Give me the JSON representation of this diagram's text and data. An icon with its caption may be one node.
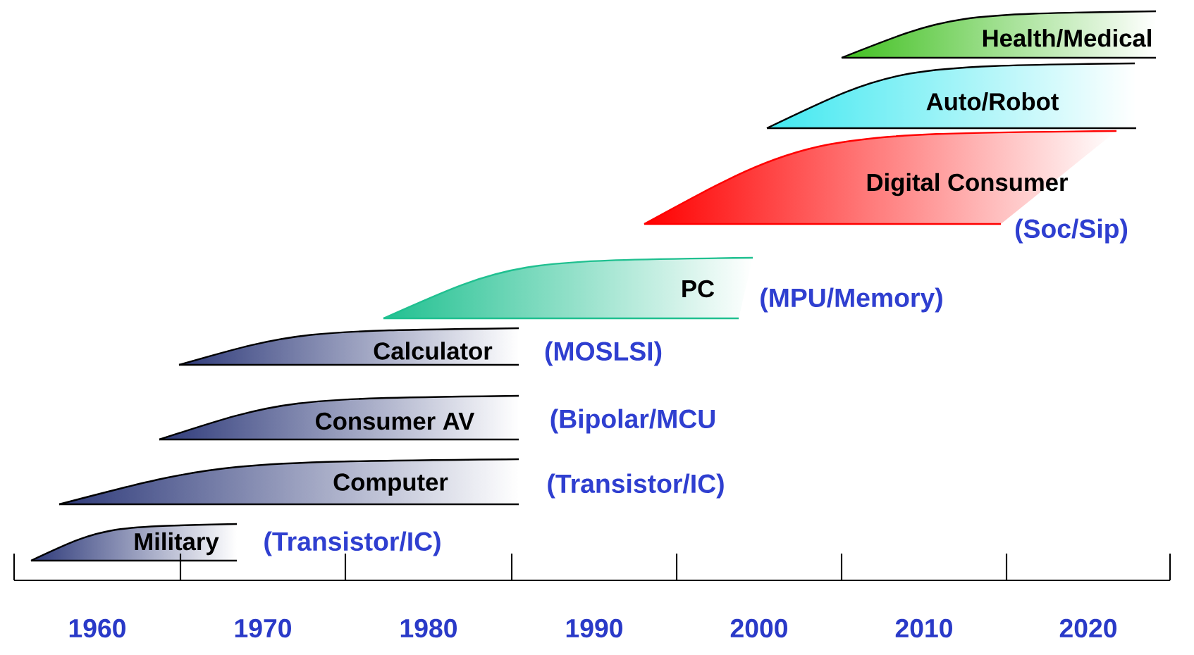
{
  "diagram": {
    "nodes": [
      {
        "text": [
          "Military"
        ],
        "beside": [
          "(Transistor/IC)"
        ]
      },
      {
        "text": [
          "Computer"
        ],
        "beside": [
          "(Transistor/IC)"
        ]
      },
      {
        "text": [
          "Consumer AV"
        ],
        "beside": [
          "(Bipolar/MCU"
        ]
      },
      {
        "text": [
          "Calculator"
        ],
        "beside": [
          "(MOSLSI)"
        ]
      },
      {
        "text": [
          "PC"
        ],
        "beside": [
          "(MPU/Memory)"
        ]
      },
      {
        "text": [
          "Digital Consumer"
        ],
        "beside": [
          "(Soc/Sip)"
        ]
      },
      {
        "text": [
          "Auto/Robot"
        ]
      },
      {
        "text": [
          "Health/Medical"
        ]
      }
    ],
    "labels": [
      "1960",
      "1970",
      "1980",
      "1990",
      "2000",
      "2010",
      "2020"
    ]
  }
}
